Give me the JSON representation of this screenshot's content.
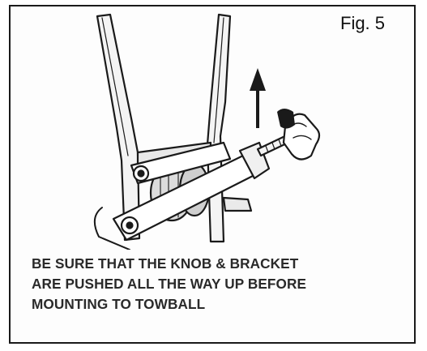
{
  "figure": {
    "label": "Fig. 5"
  },
  "instruction": {
    "lines": [
      "BE SURE THAT THE KNOB & BRACKET",
      "ARE PUSHED ALL THE WAY UP BEFORE",
      "MOUNTING TO TOWBALL"
    ]
  },
  "illustration": {
    "icon": "towball-clamp-knob-bracket-drawing",
    "arrow_direction": "up"
  }
}
